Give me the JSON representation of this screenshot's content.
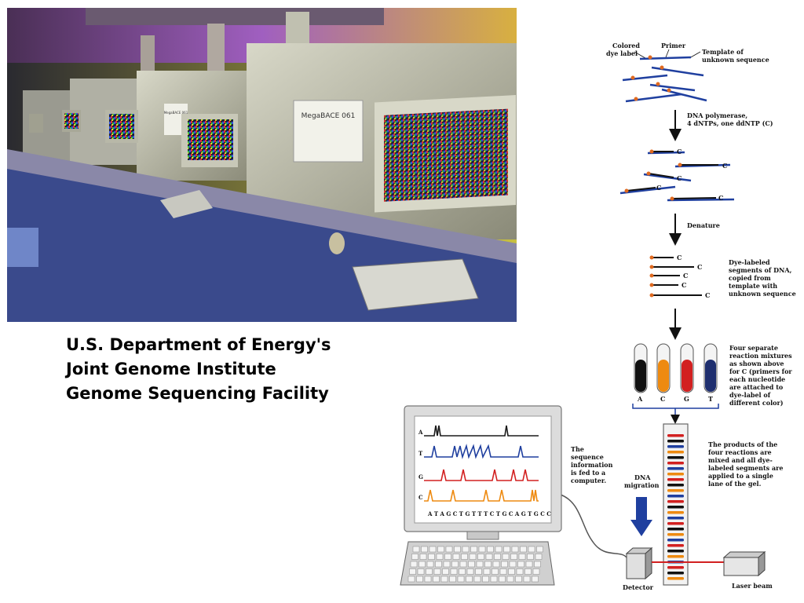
{
  "photo": {
    "machine_label": "MegaBACE 061",
    "machine_label_small": "MegaBACE 061"
  },
  "caption": {
    "line1": "U.S. Department of Energy's",
    "line2": "Joint Genome Institute",
    "line3": "Genome Sequencing Facility"
  },
  "diagram": {
    "colored_dye_label": [
      "Colored",
      "dye label"
    ],
    "primer": "Primer",
    "template": [
      "Template of",
      "unknown sequence"
    ],
    "polymerase": [
      "DNA polymerase,",
      "4 dNTPs, one ddNTP (C)"
    ],
    "c_marker": "C",
    "denature": "Denature",
    "dye_labeled_segments": [
      "Dye-labeled",
      "segments of DNA,",
      "copied from",
      "template with",
      "unknown sequence"
    ],
    "four_reactions": [
      "Four separate",
      "reaction mixtures",
      "as shown above",
      "for C (primers for",
      "each nucleotide",
      "are attached to",
      "dye-label of",
      "different color)"
    ],
    "tube_labels": [
      "A",
      "C",
      "G",
      "T"
    ],
    "products": [
      "The products of the",
      "four reactions are",
      "mixed and all dye-",
      "labeled segments are",
      "applied to a single",
      "lane of the gel."
    ],
    "sequence_info": [
      "The",
      "sequence",
      "information",
      "is fed to a",
      "computer."
    ],
    "dna_migration": [
      "DNA",
      "migration"
    ],
    "trace_labels": [
      "A",
      "T",
      "G",
      "C"
    ],
    "sequence": "A T A G C T G T T T C T G C A G T G C C",
    "detector": "Detector",
    "laser_beam": "Laser beam"
  },
  "colors": {
    "template_blue": "#1f3f9f",
    "trace_A": "#1a1a1a",
    "trace_T": "#1f3f9f",
    "trace_G": "#d22020",
    "trace_C": "#ee8a10"
  }
}
